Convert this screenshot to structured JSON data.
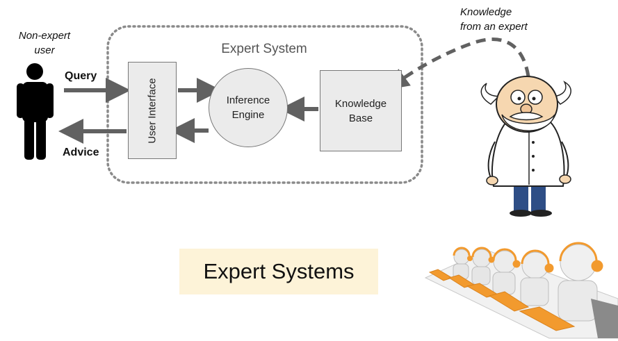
{
  "diagram": {
    "user_label_line1": "Non-expert",
    "user_label_line2": "user",
    "query_label": "Query",
    "advice_label": "Advice",
    "system_title": "Expert System",
    "user_interface_label": "User Interface",
    "inference_engine_line1": "Inference",
    "inference_engine_line2": "Engine",
    "knowledge_base_line1": "Knowledge",
    "knowledge_base_line2": "Base",
    "expert_label_line1": "Knowledge",
    "expert_label_line2": "from an expert"
  },
  "caption": {
    "text": "Expert Systems"
  },
  "icons": {
    "user": "person-silhouette-icon",
    "expert": "scientist-illustration",
    "support_team": "headset-operators-illustration"
  },
  "colors": {
    "box_fill": "#ebebeb",
    "arrow": "#616161",
    "caption_bg": "#fdf3d8",
    "headset_orange": "#f29a2e"
  }
}
